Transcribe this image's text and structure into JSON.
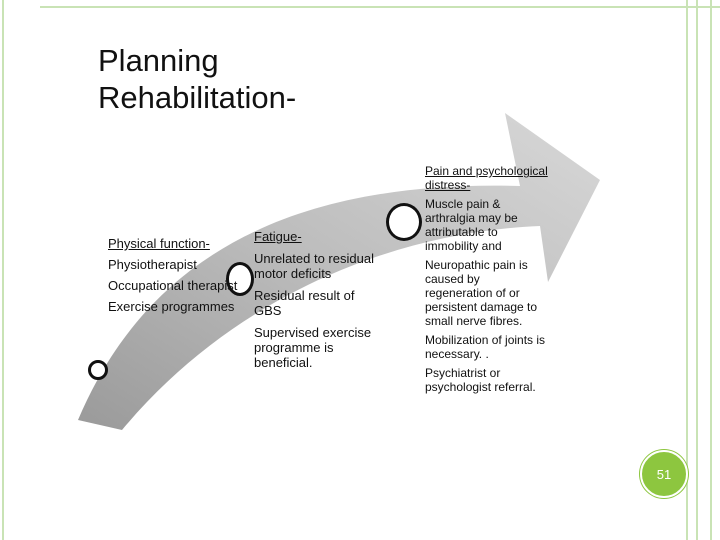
{
  "slide": {
    "title": "Planning Rehabilitation-",
    "page_number": "51"
  },
  "columns": {
    "physical": {
      "heading": "Physical function-",
      "items": [
        "Physiotherapist",
        "Occupational therapist",
        "Exercise programmes"
      ]
    },
    "fatigue": {
      "heading": "Fatigue-",
      "items": [
        "Unrelated to residual motor deficits",
        "Residual result of GBS",
        "Supervised exercise programme is beneficial."
      ]
    },
    "pain": {
      "heading": "Pain and psychological distress-",
      "items": [
        "Muscle pain & arthralgia may be attributable to immobility and",
        "Neuropathic pain is caused by regeneration of or persistent damage to small nerve fibres.",
        "Mobilization of joints is necessary. .",
        "Psychiatrist or psychologist referral."
      ]
    }
  },
  "colors": {
    "frame": "#c9e3b5",
    "arrow": "#c8c8c8",
    "accent": "#8dc63f"
  }
}
